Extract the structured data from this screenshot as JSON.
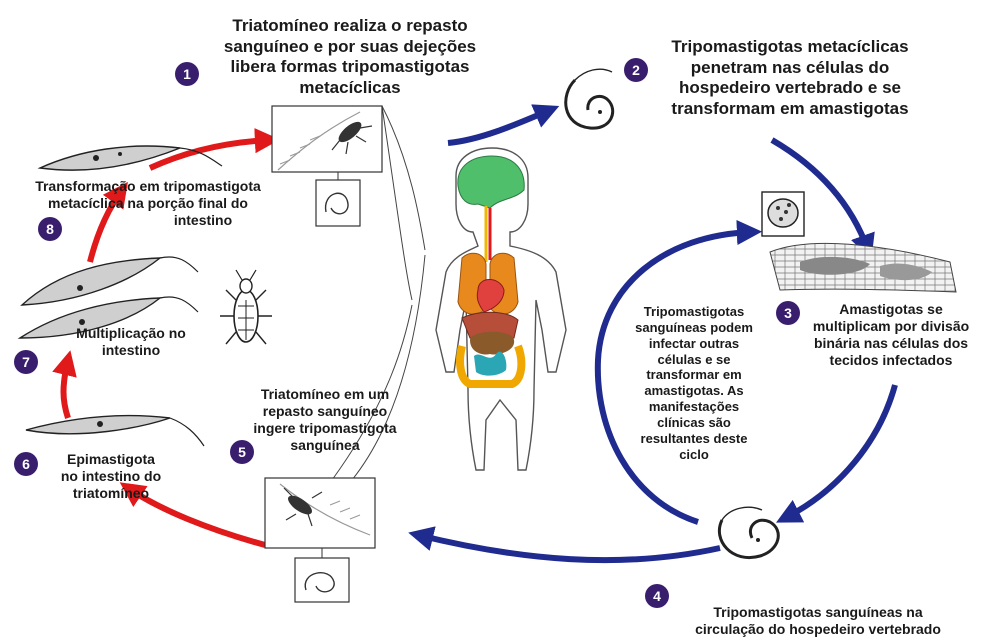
{
  "steps": [
    {
      "number": "1",
      "lines": [
        "Triatomíneo realiza o repasto",
        "sanguíneo e por suas dejeções",
        "libera formas tripomastigotas",
        "metacíclicas"
      ]
    },
    {
      "number": "2",
      "lines": [
        "Tripomastigotas metacíclicas",
        "penetram nas células do",
        "hospedeiro vertebrado e se",
        "transformam em amastigotas"
      ]
    },
    {
      "number": "3",
      "lines": [
        "Amastigotas se",
        "multiplicam por divisão",
        "binária nas células dos",
        "tecidos infectados"
      ]
    },
    {
      "number": "4",
      "lines": [
        "Tripomastigotas sanguíneas na",
        "circulação do hospedeiro vertebrado"
      ]
    },
    {
      "number": "5",
      "lines": [
        "Triatomíneo em um",
        "repasto sanguíneo",
        "ingere tripomastigota",
        "sanguínea"
      ]
    },
    {
      "number": "6",
      "lines": [
        "Epimastigota",
        "no intestino do",
        "triatomíneo"
      ]
    },
    {
      "number": "7",
      "lines": [
        "Multiplicação no",
        "intestino"
      ]
    },
    {
      "number": "8",
      "lines": [
        "Transformação em tripomastigota",
        "metacíclica na porção final do",
        "intestino"
      ]
    }
  ],
  "inner_cycle": {
    "lines": [
      "Tripomastigotas",
      "sanguíneas podem",
      "infectar outras",
      "células e se",
      "transformar em",
      "amastigotas. As",
      "manifestações",
      "clínicas são",
      "resultantes deste",
      "ciclo"
    ]
  },
  "colors": {
    "host_cycle_arrow": "#1f2b8f",
    "vector_cycle_arrow": "#e0191b",
    "badge": "#3a1e6e"
  }
}
